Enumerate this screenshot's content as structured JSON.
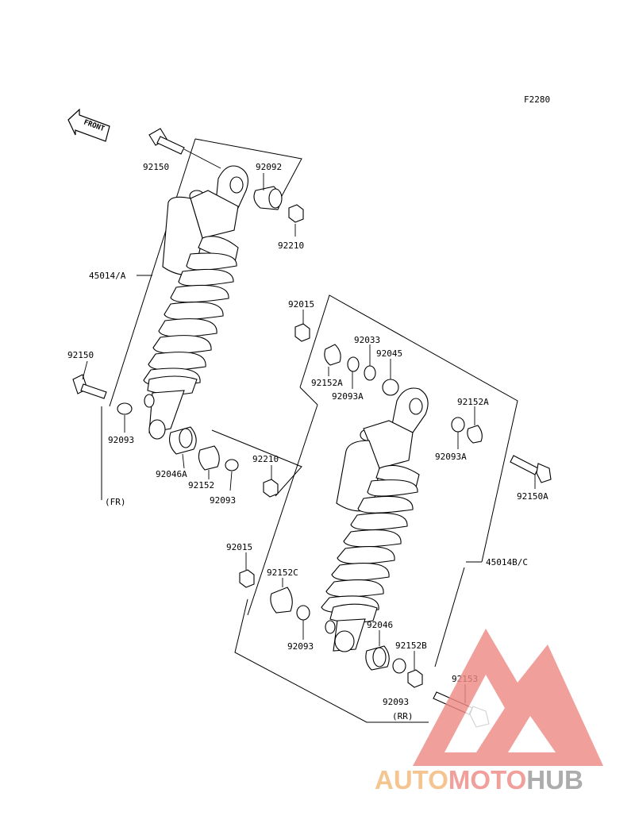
{
  "figure_code": "F2280",
  "front_arrow_label": "FRONT",
  "labels": {
    "front_bolt": "92150",
    "front_bushing_top": "92092",
    "front_nut_top": "92210",
    "front_shock": "45014/A",
    "front_bolt_lower": "92150",
    "front_washer_lower": "92093",
    "front_bearing": "92046A",
    "front_collar": "92152",
    "front_washer2": "92093",
    "front_nut_lower": "92210",
    "front_group": "(FR)",
    "rear_nut_top": "92015",
    "rear_collar_a": "92152A",
    "rear_washer_a": "92093A",
    "rear_circlip": "92033",
    "rear_bushing": "92045",
    "rear_collar_right": "92152A",
    "rear_washer_right": "92093A",
    "rear_bolt": "92150A",
    "rear_shock": "45014B/C",
    "rear_nut_lower": "92015",
    "rear_collar_c": "92152C",
    "rear_washer_lower": "92093",
    "rear_bearing": "92046",
    "rear_collar_b": "92152B",
    "rear_bolt_lower": "92153",
    "rear_washer_bottom": "92093",
    "rear_group": "(RR)"
  },
  "watermark": {
    "part1": "AUTO",
    "part2": "MOTO",
    "part3": "HUB",
    "color1": "#f3b97a",
    "color2": "#ef8a86",
    "color3": "#9a9a9a"
  }
}
